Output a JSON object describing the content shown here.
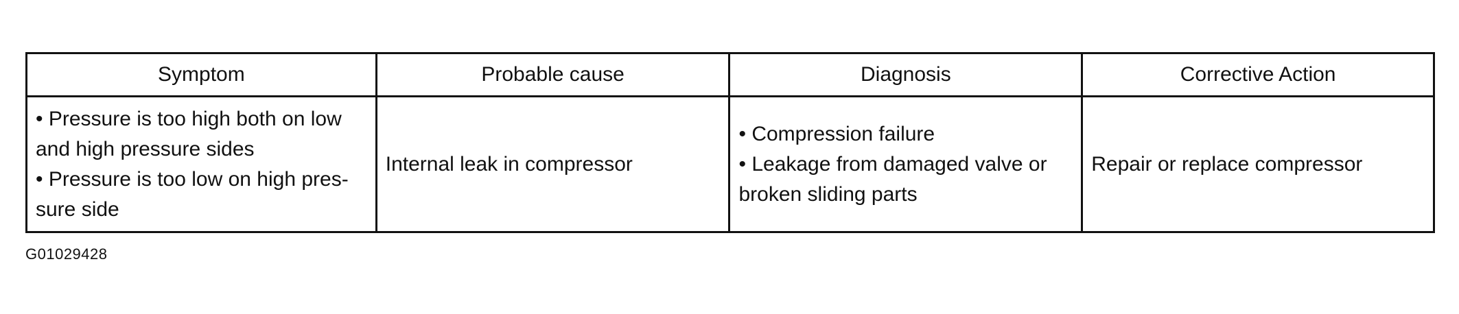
{
  "table": {
    "headers": [
      "Symptom",
      "Probable cause",
      "Diagnosis",
      "Corrective Action"
    ],
    "row": {
      "symptom_lines": [
        "• Pressure is too high both on low",
        "and high pressure sides",
        "• Pressure is too low on high pres-",
        "sure side"
      ],
      "probable_cause": "Internal leak in compressor",
      "diagnosis_lines": [
        "• Compression failure",
        "• Leakage from damaged valve or",
        "broken sliding parts"
      ],
      "corrective_action": "Repair or replace compressor"
    }
  },
  "figure_id": "G01029428"
}
